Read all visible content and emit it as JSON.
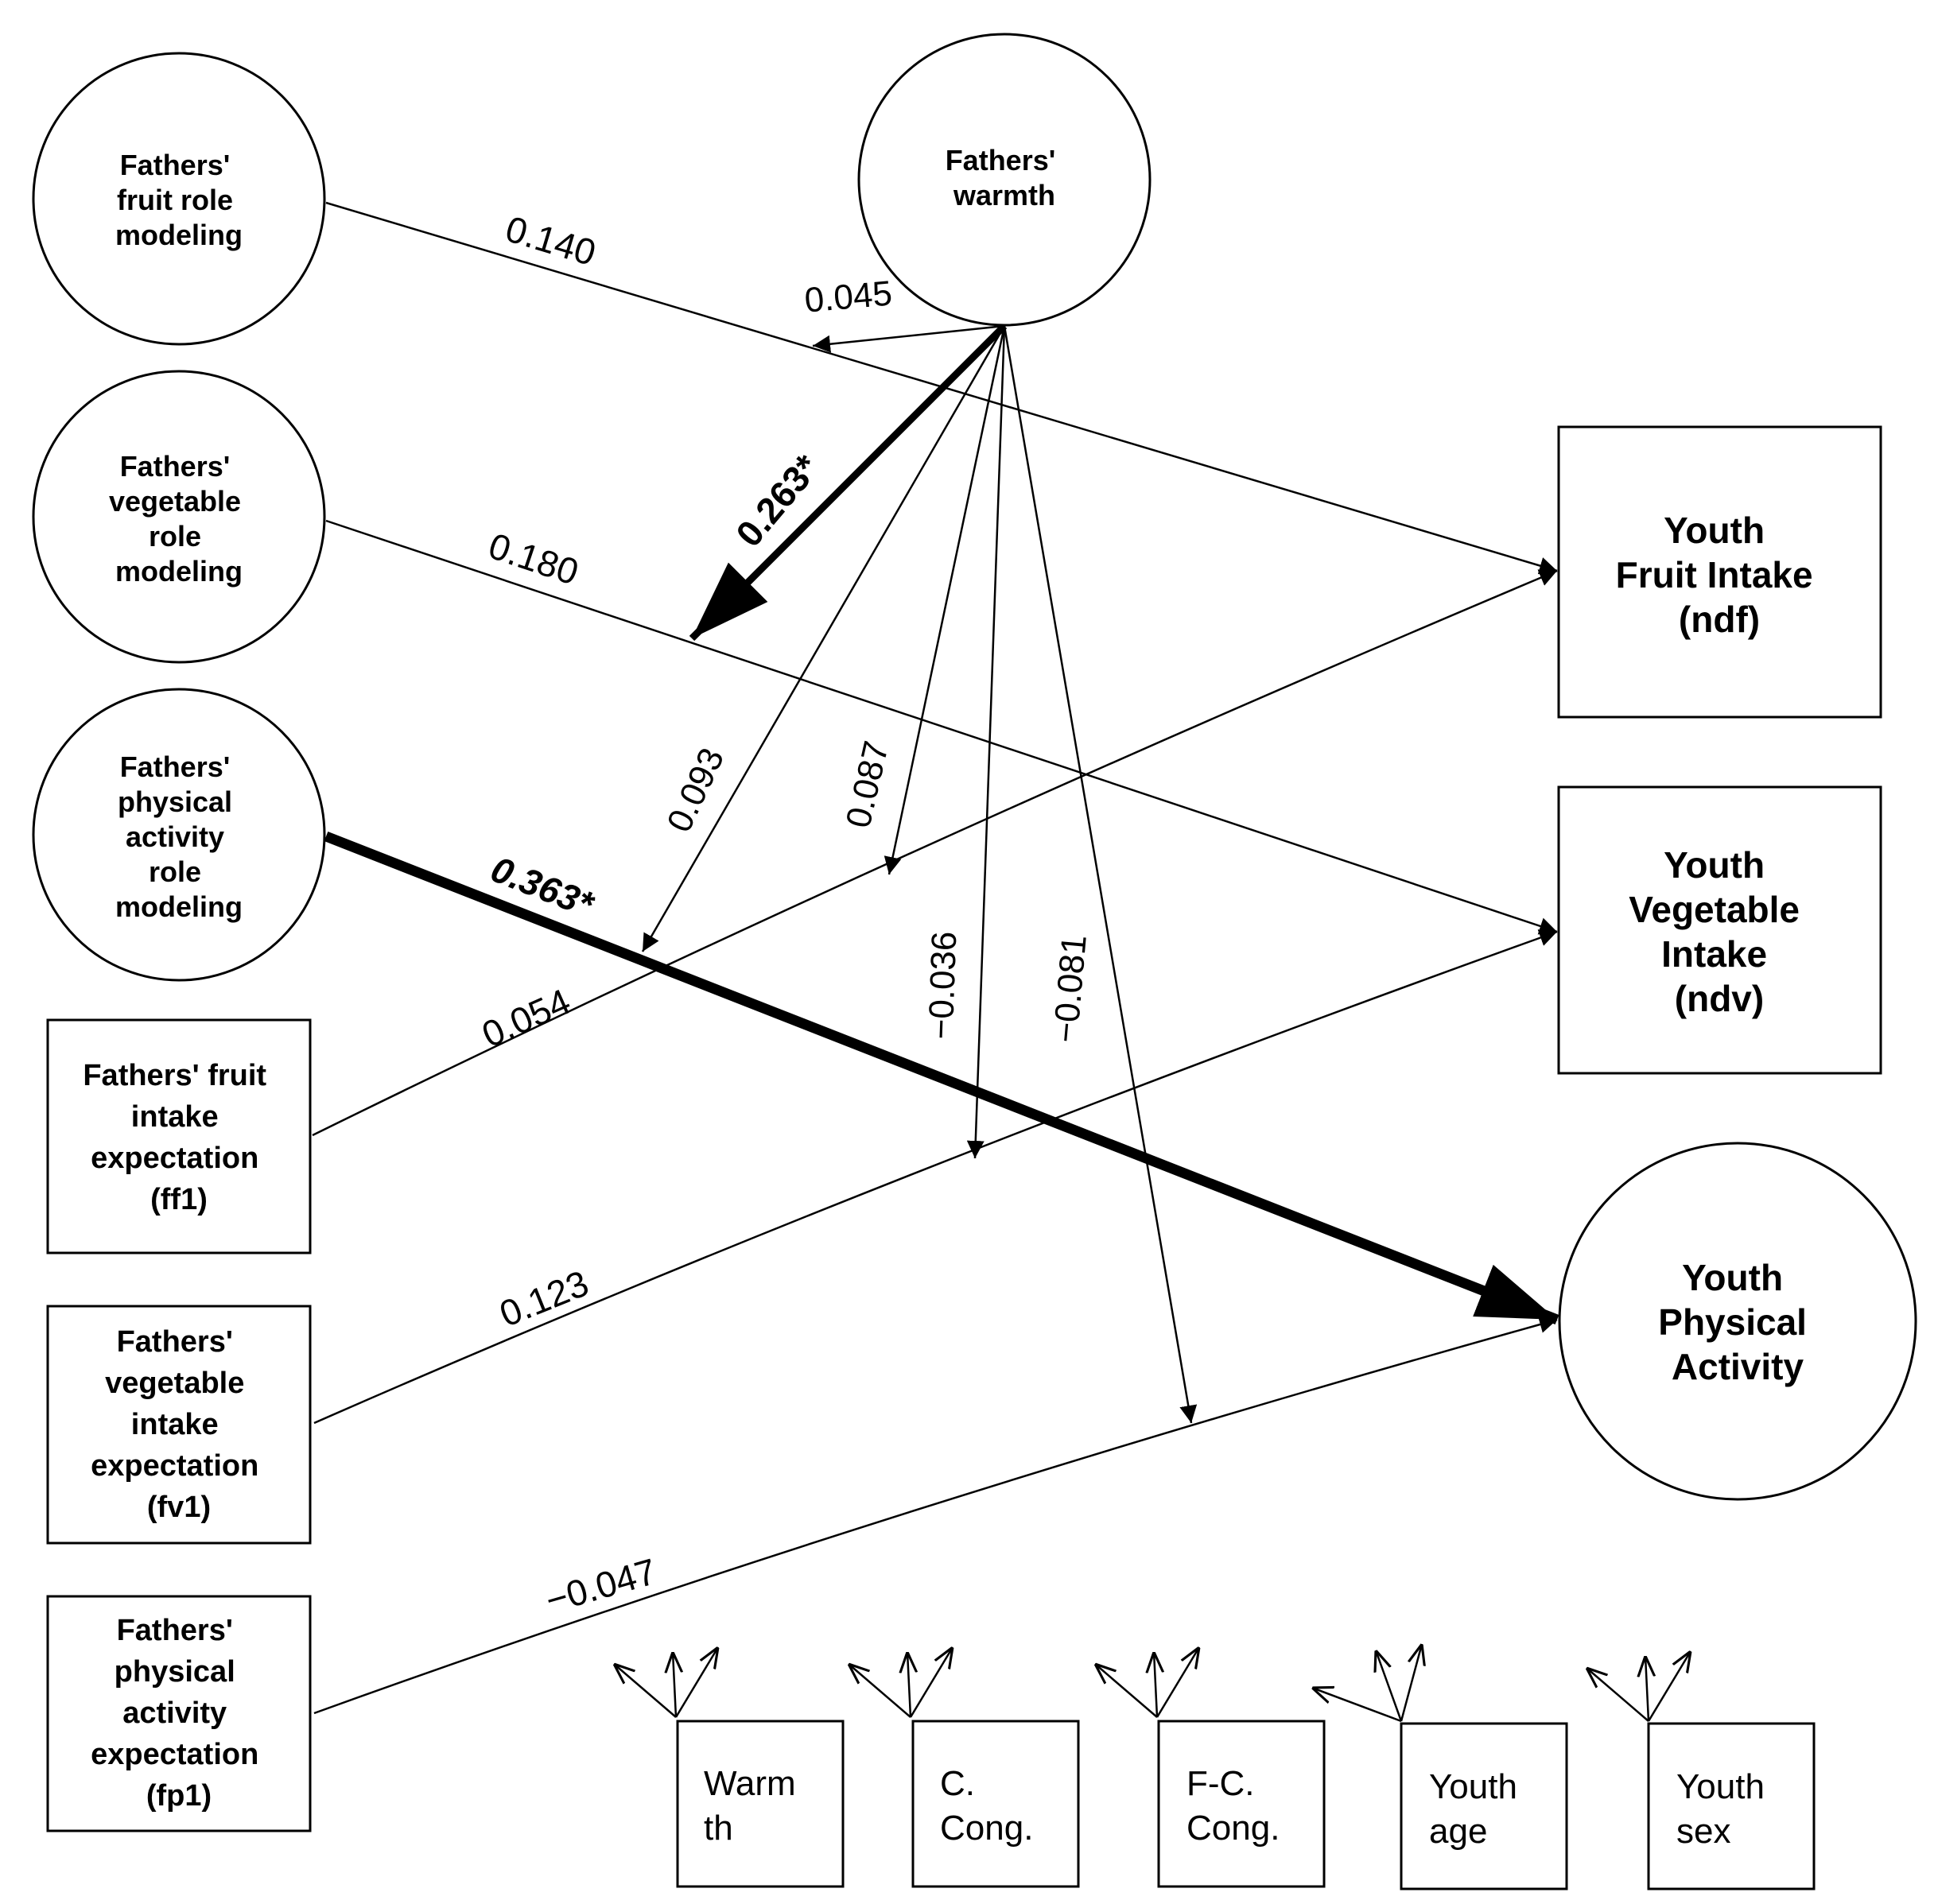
{
  "colors": {
    "stroke": "#000000",
    "background": "#ffffff"
  },
  "nodes": {
    "fruit_role": {
      "shape": "circle",
      "lines": [
        "Fathers'",
        "fruit role",
        "modeling"
      ]
    },
    "veg_role": {
      "shape": "circle",
      "lines": [
        "Fathers'",
        "vegetable",
        "role",
        "modeling"
      ]
    },
    "pa_role": {
      "shape": "circle",
      "lines": [
        "Fathers'",
        "physical",
        "activity",
        "role",
        "modeling"
      ]
    },
    "warmth": {
      "shape": "circle",
      "lines": [
        "Fathers'",
        "warmth"
      ]
    },
    "ff1": {
      "shape": "box",
      "lines": [
        "Fathers' fruit",
        "intake",
        "expectation",
        "(ff1)"
      ]
    },
    "fv1": {
      "shape": "box",
      "lines": [
        "Fathers'",
        "vegetable",
        "intake",
        "expectation",
        "(fv1)"
      ]
    },
    "fp1": {
      "shape": "box",
      "lines": [
        "Fathers'",
        "physical",
        "activity",
        "expectation",
        "(fp1)"
      ]
    },
    "ndf": {
      "shape": "box",
      "lines": [
        "Youth",
        "Fruit Intake",
        "(ndf)"
      ]
    },
    "ndv": {
      "shape": "box",
      "lines": [
        "Youth",
        "Vegetable",
        "Intake",
        "(ndv)"
      ]
    },
    "ypa": {
      "shape": "circle",
      "lines": [
        "Youth",
        "Physical",
        "Activity"
      ]
    },
    "cov_warmth": {
      "shape": "box",
      "lines": [
        "Warm",
        "th"
      ]
    },
    "cov_ccong": {
      "shape": "box",
      "lines": [
        "C.",
        "Cong."
      ]
    },
    "cov_fccong": {
      "shape": "box",
      "lines": [
        "F-C.",
        "Cong."
      ]
    },
    "cov_age": {
      "shape": "box",
      "lines": [
        "Youth",
        "age"
      ]
    },
    "cov_sex": {
      "shape": "box",
      "lines": [
        "Youth",
        "sex"
      ]
    }
  },
  "edges": {
    "fruit_role_ndf": {
      "label": "0.140",
      "bold": false
    },
    "veg_role_ndv": {
      "label": "0.180",
      "bold": false
    },
    "pa_role_ypa": {
      "label": "0.363*",
      "bold": true
    },
    "ff1_ndf": {
      "label": "0.054",
      "bold": false
    },
    "fv1_ndv": {
      "label": "0.123",
      "bold": false
    },
    "fp1_ypa": {
      "label": "−0.047",
      "bold": false
    },
    "w_fruit": {
      "label": "0.045",
      "bold": false
    },
    "w_veg": {
      "label": "0.263*",
      "bold": true
    },
    "w_pa": {
      "label": "0.093",
      "bold": false
    },
    "w_ff1": {
      "label": "0.087",
      "bold": false
    },
    "w_fv1": {
      "label": "−0.036",
      "bold": false
    },
    "w_fp1": {
      "label": "−0.081",
      "bold": false
    }
  }
}
